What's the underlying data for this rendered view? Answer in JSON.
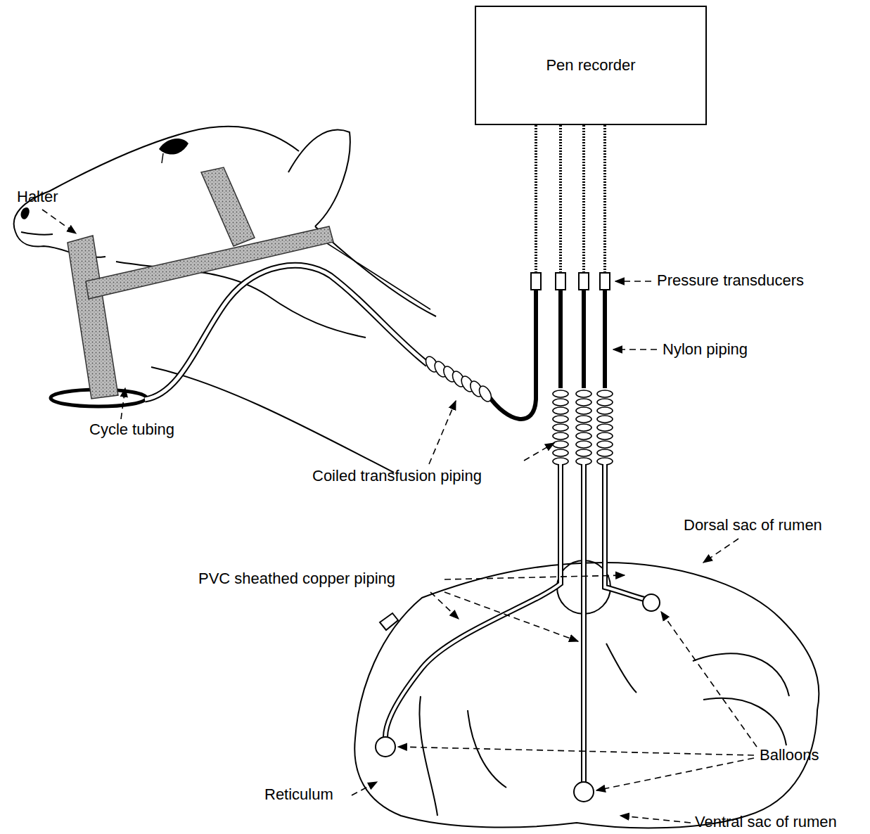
{
  "diagram": {
    "nodes": [
      {
        "text": [
          "Pen recorder"
        ]
      }
    ],
    "labels": [
      "Halter",
      "Pressure transducers",
      "Nylon piping",
      "Cycle tubing",
      "Coiled transfusion piping",
      "Dorsal sac of rumen",
      "PVC sheathed copper piping",
      "Balloons",
      "Reticulum",
      "Ventral sac of rumen"
    ]
  }
}
